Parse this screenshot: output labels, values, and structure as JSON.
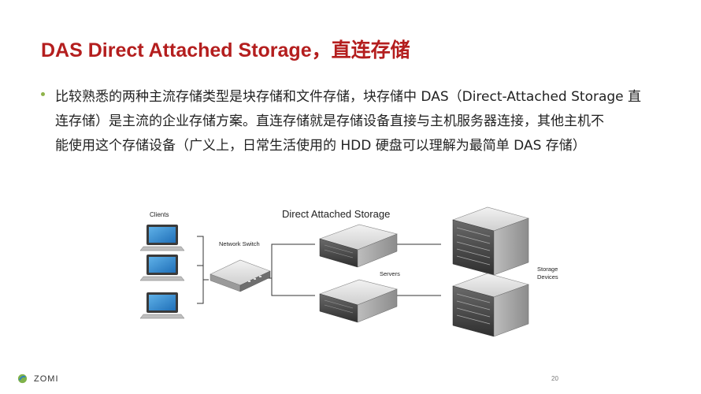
{
  "title": "DAS Direct Attached Storage，直连存储",
  "bullet": {
    "lines": [
      "比较熟悉的两种主流存储类型是块存储和文件存储，块存储中 DAS（Direct-Attached Storage 直",
      "连存储）是主流的企业存储方案。直连存储就是存储设备直接与主机服务器连接，其他主机不",
      "能使用这个存储设备（广义上，日常生活使用的 HDD 硬盘可以理解为最简单 DAS 存储）"
    ]
  },
  "diagram": {
    "title": "Direct Attached Storage",
    "clients_label": "Clients",
    "switch_label": "Network Switch",
    "servers_label": "Servers",
    "storage_label_line1": "Storage",
    "storage_label_line2": "Devices"
  },
  "footer": {
    "logo_text": "ZOMI",
    "page_number": "20"
  },
  "colors": {
    "title": "#b41e1e",
    "bullet": "#8fb34a"
  }
}
